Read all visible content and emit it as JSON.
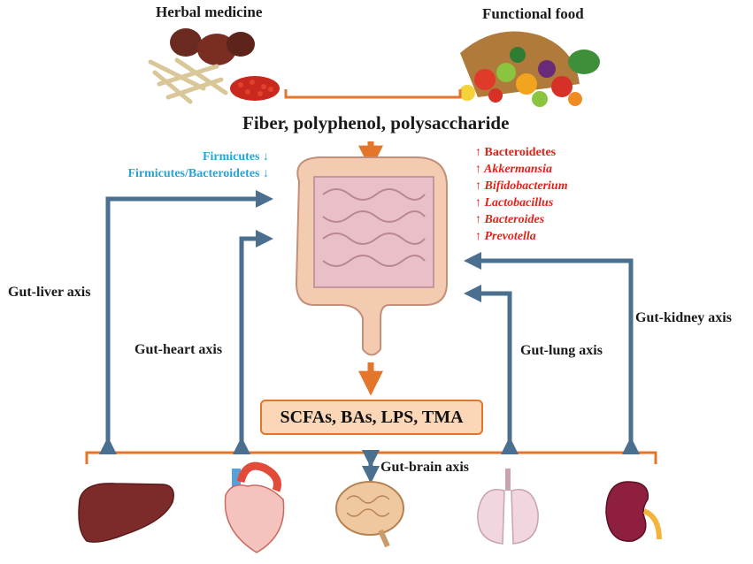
{
  "sources": {
    "herbal_medicine": "Herbal medicine",
    "functional_food": "Functional food"
  },
  "intake_label": "Fiber, polyphenol, polysaccharide",
  "decreased": [
    "Firmicutes ↓",
    "Firmicutes/Bacteroidetes ↓"
  ],
  "increased": [
    "↑ Bacteroidetes",
    "↑ Akkermansia",
    "↑ Bifidobacterium",
    "↑ Lactobacillus",
    "↑ Bacteroides",
    "↑ Prevotella"
  ],
  "metabolites": "SCFAs, BAs, LPS, TMA",
  "axes": {
    "liver": "Gut-liver axis",
    "heart": "Gut-heart axis",
    "lung": "Gut-lung axis",
    "kidney": "Gut-kidney axis",
    "brain": "Gut-brain axis"
  },
  "colors": {
    "arrow_orange": "#e3762b",
    "axis_blue_gray": "#4a6f8f",
    "decrease_text": "#29a3d6",
    "increase_text": "#e2231a"
  },
  "icons": [
    "herbal-medicine-icon",
    "functional-food-icon",
    "intestine-icon",
    "liver-icon",
    "heart-icon",
    "brain-icon",
    "lungs-icon",
    "kidney-icon"
  ]
}
